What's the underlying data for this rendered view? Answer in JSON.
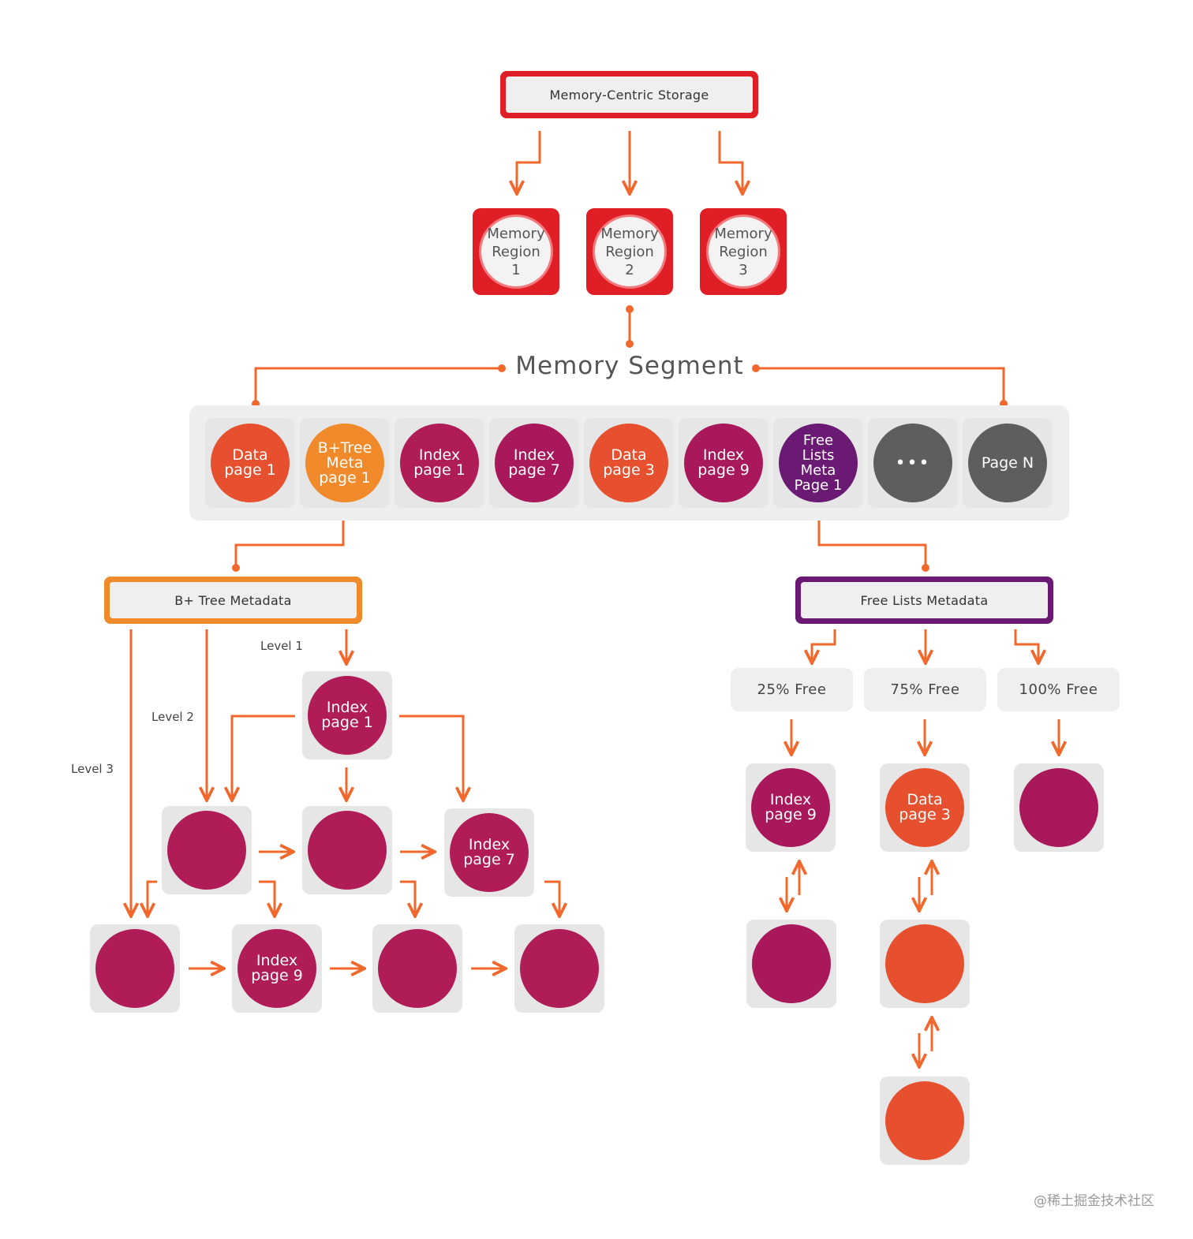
{
  "colors": {
    "red": "#e01e26",
    "orange": "#f0892a",
    "purple": "#6a1a72",
    "wire": "#f0682c",
    "magenta": "#b01c57",
    "index": "#a8185a",
    "data": "#e6502e",
    "dark_gray": "#5e5e5e",
    "meta_orange": "#f08a2a"
  },
  "top": {
    "title": "Memory-Centric Storage"
  },
  "regions": [
    {
      "label": "Memory\nRegion\n1"
    },
    {
      "label": "Memory\nRegion\n2"
    },
    {
      "label": "Memory\nRegion\n3"
    }
  ],
  "segment": {
    "title": "Memory Segment"
  },
  "pages": [
    {
      "label": "Data\npage 1"
    },
    {
      "label": "B+Tree\nMeta\npage 1"
    },
    {
      "label": "Index\npage 1"
    },
    {
      "label": "Index\npage 7"
    },
    {
      "label": "Data\npage 3"
    },
    {
      "label": "Index\npage 9"
    },
    {
      "label": "Free\nLists\nMeta\nPage 1"
    },
    {
      "label": "•••",
      "icon": "ellipsis-icon"
    },
    {
      "label": "Page N"
    }
  ],
  "btree": {
    "title": "B+ Tree Metadata",
    "levels": [
      "Level 1",
      "Level 2",
      "Level 3"
    ],
    "root": "Index\npage 1",
    "level2": [
      "",
      "",
      "Index\npage 7"
    ],
    "level3": [
      "",
      "Index\npage 9",
      "",
      ""
    ]
  },
  "freelists": {
    "title": "Free Lists Metadata",
    "buckets": [
      "25% Free",
      "75% Free",
      "100% Free"
    ],
    "heads": [
      "Index\npage 9",
      "Data\npage 3",
      ""
    ]
  },
  "watermark": "@稀土掘金技术社区"
}
